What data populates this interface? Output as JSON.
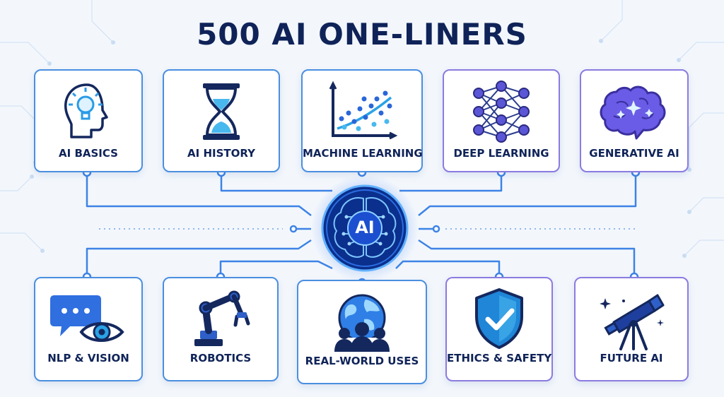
{
  "title": "500 AI ONE-LINERS",
  "hub": {
    "label": "AI"
  },
  "colors": {
    "title": "#0f2358",
    "card_border_blue": "#4a8fe0",
    "card_border_violet": "#8a7be0",
    "connector": "#3d83e6",
    "hub_glow": "#1f5fe6"
  },
  "topics": [
    {
      "label": "AI BASICS",
      "icon": "head-lightbulb-icon"
    },
    {
      "label": "AI HISTORY",
      "icon": "hourglass-icon"
    },
    {
      "label": "MACHINE LEARNING",
      "icon": "scatter-plot-icon"
    },
    {
      "label": "DEEP LEARNING",
      "icon": "neural-network-icon"
    },
    {
      "label": "GENERATIVE AI",
      "icon": "sparkle-brain-icon"
    },
    {
      "label": "NLP & VISION",
      "icon": "chat-eye-icon"
    },
    {
      "label": "ROBOTICS",
      "icon": "robot-arm-icon"
    },
    {
      "label": "REAL-WORLD USES",
      "icon": "globe-people-icon"
    },
    {
      "label": "ETHICS & SAFETY",
      "icon": "shield-check-icon"
    },
    {
      "label": "FUTURE AI",
      "icon": "telescope-icon"
    }
  ]
}
